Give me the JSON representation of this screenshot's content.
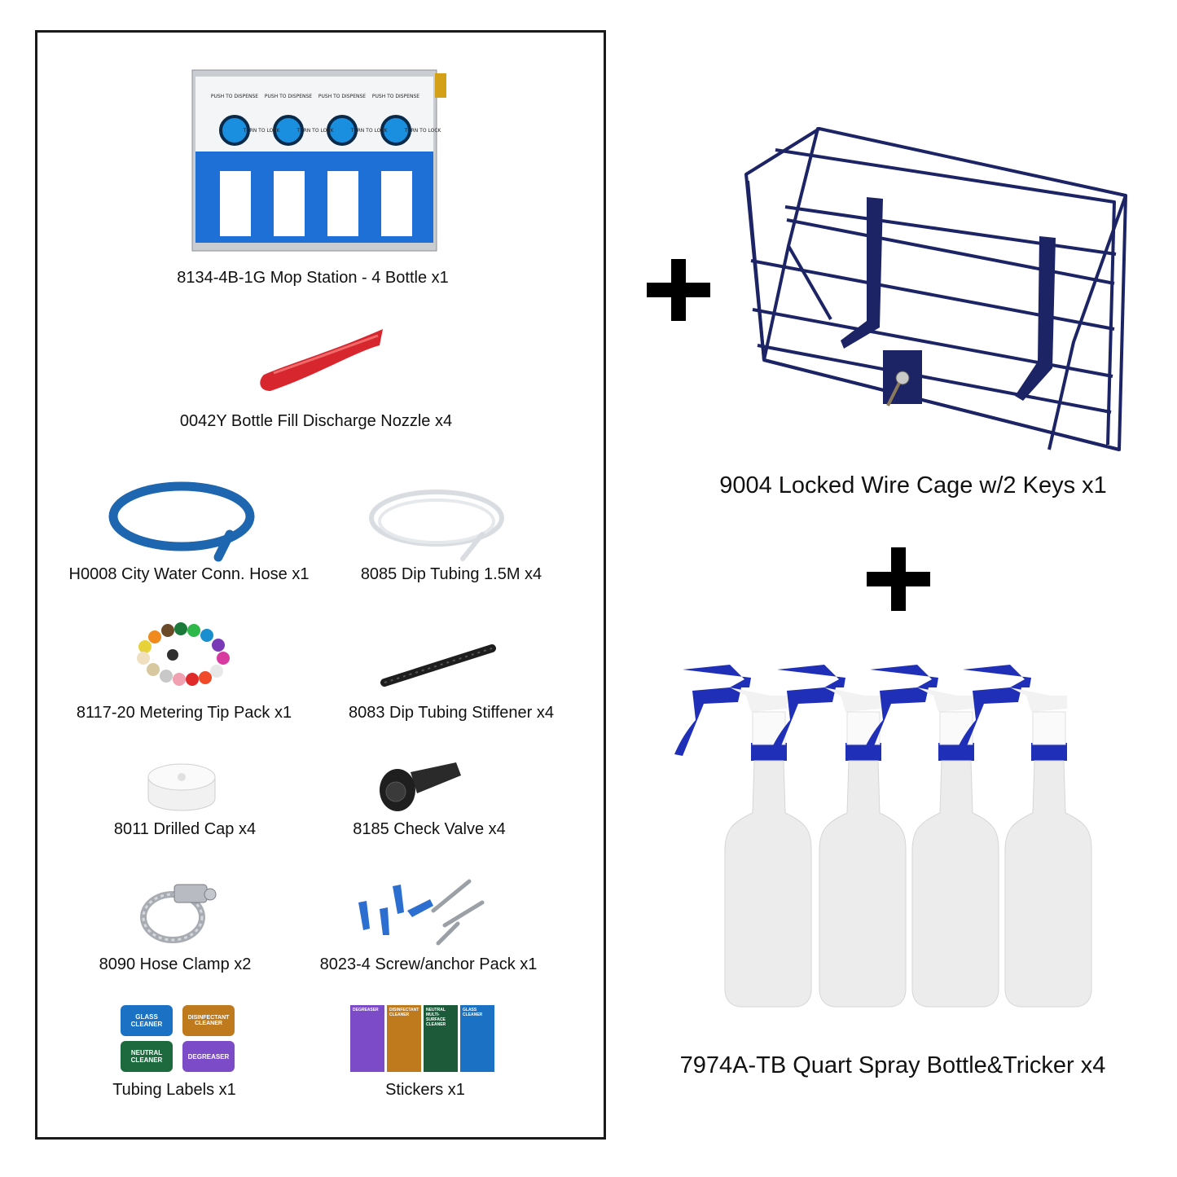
{
  "kit_items": {
    "mop_station": "8134-4B-1G Mop Station - 4 Bottle x1",
    "nozzle": "0042Y Bottle Fill Discharge Nozzle x4",
    "hose": "H0008 City Water Conn. Hose x1",
    "dip_tubing": "8085 Dip Tubing 1.5M x4",
    "metering_tips": "8117-20 Metering Tip Pack x1",
    "stiffener": "8083 Dip Tubing Stiffener x4",
    "drilled_cap": "8011 Drilled Cap x4",
    "check_valve": "8185 Check Valve x4",
    "hose_clamp": "8090 Hose Clamp x2",
    "screw_pack": "8023-4 Screw/anchor Pack x1",
    "tubing_labels": "Tubing Labels x1",
    "stickers": "Stickers x1"
  },
  "mop_station_panel": {
    "push_label": "PUSH TO DISPENSE",
    "turn_label": "TURN TO LOCK"
  },
  "tubing_label_tags": [
    "GLASS CLEANER",
    "DISINFECTANT CLEANER",
    "NEUTRAL CLEANER",
    "DEGREASER"
  ],
  "sticker_titles": [
    "DEGREASER",
    "DISINFECTANT CLEANER",
    "NEUTRAL MULTI-SURFACE CLEANER",
    "GLASS CLEANER"
  ],
  "addons": {
    "wire_cage": "9004 Locked Wire Cage w/2 Keys x1",
    "spray_bottles": "7974A-TB Quart Spray Bottle&Tricker x4"
  },
  "colors": {
    "station_blue": "#1e6fd6",
    "cage_navy": "#1c2466",
    "trigger_blue": "#1f2fb8",
    "nozzle_red": "#d8262f",
    "hose_blue": "#1f66b0"
  }
}
